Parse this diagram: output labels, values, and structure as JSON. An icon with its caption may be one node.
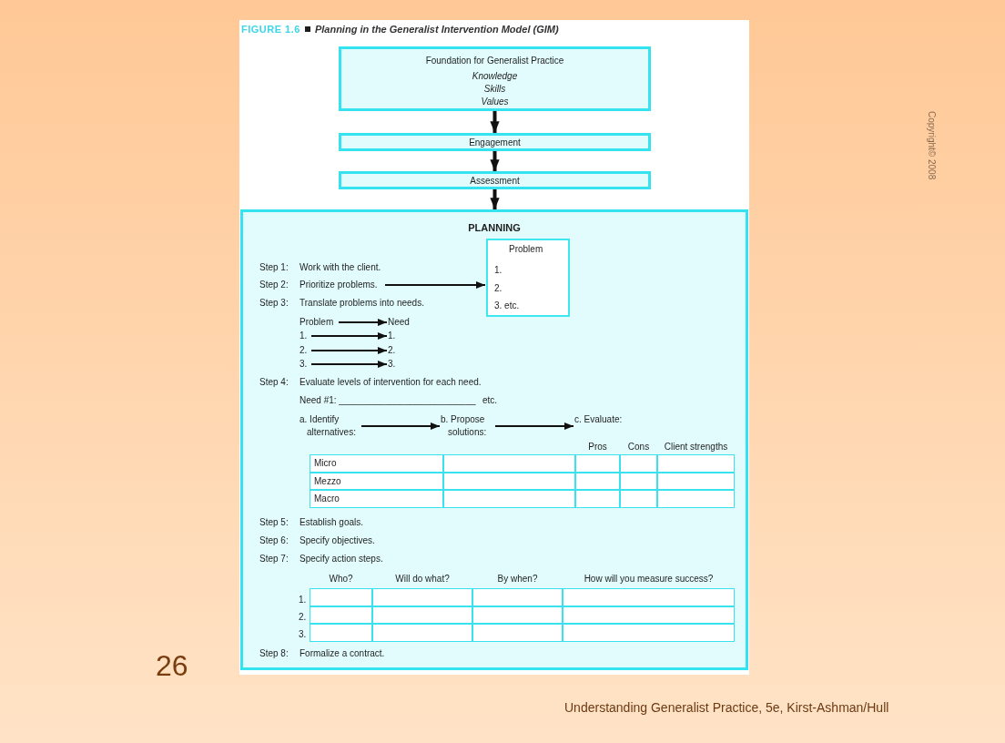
{
  "diagram": {
    "title": "Planning in the Generalist Intervention Model (GIM)",
    "caption": "Understanding Generalist Practice, 5e, Kirst-Ashman/Hull",
    "nodes": [
      {
        "text": [
          "Foundation for Generalist Practice",
          "Knowledge",
          "Skills",
          "Values"
        ]
      },
      {
        "text": [
          "Engagement"
        ]
      },
      {
        "text": [
          "Assessment"
        ]
      },
      {
        "text": [
          "PLANNING"
        ]
      },
      {
        "text": [
          "Prioritize problems."
        ],
        "in": 3
      },
      {
        "text": [
          "Problem",
          "1.",
          "2.",
          "3. etc."
        ],
        "in": 3
      },
      {
        "text": [
          "Problem"
        ],
        "in": 3
      },
      {
        "text": [
          "Need"
        ],
        "in": 3
      },
      {
        "text": [
          "1."
        ],
        "in": 3
      },
      {
        "text": [
          "1."
        ],
        "in": 3
      },
      {
        "text": [
          "2."
        ],
        "in": 3
      },
      {
        "text": [
          "2."
        ],
        "in": 3
      },
      {
        "text": [
          "3."
        ],
        "in": 3
      },
      {
        "text": [
          "3."
        ],
        "in": 3
      },
      {
        "text": [
          "a. Identify alternatives:"
        ],
        "in": 3
      },
      {
        "text": [
          "b. Propose solutions:"
        ],
        "in": 3
      },
      {
        "text": [
          "c. Evaluate:"
        ],
        "in": 3
      }
    ],
    "edges": [
      {
        "from": 0,
        "to": 1,
        "arrow": "to",
        "style": "thick"
      },
      {
        "from": 1,
        "to": 2,
        "arrow": "to",
        "style": "thick"
      },
      {
        "from": 2,
        "to": 3,
        "arrow": "to",
        "style": "thick"
      },
      {
        "from": 4,
        "to": 5,
        "arrow": "to"
      },
      {
        "from": 6,
        "to": 7,
        "arrow": "to"
      },
      {
        "from": 8,
        "to": 9,
        "arrow": "to"
      },
      {
        "from": 10,
        "to": 11,
        "arrow": "to"
      },
      {
        "from": 12,
        "to": 13,
        "arrow": "to"
      },
      {
        "from": 14,
        "to": 15,
        "arrow": "to"
      },
      {
        "from": 15,
        "to": 16,
        "arrow": "to"
      }
    ],
    "labels": [
      "FIGURE 1.6",
      "Copyright© 2008",
      "Step 1:",
      "Work with the client.",
      "Step 2:",
      "Step 3:",
      "Translate problems into needs.",
      "Step 4:",
      "Evaluate levels of intervention for each need.",
      "Need #1: ___________________________",
      "etc.",
      "Pros",
      "Cons",
      "Client strengths",
      "Micro",
      "Mezzo",
      "Macro",
      "Step 5:",
      "Establish goals.",
      "Step 6:",
      "Specify objectives.",
      "Step 7:",
      "Specify action steps.",
      "Who?",
      "Will do what?",
      "By when?",
      "How will you measure success?",
      "1.",
      "2.",
      "3.",
      "Step 8:",
      "Formalize a contract.",
      "26"
    ]
  }
}
